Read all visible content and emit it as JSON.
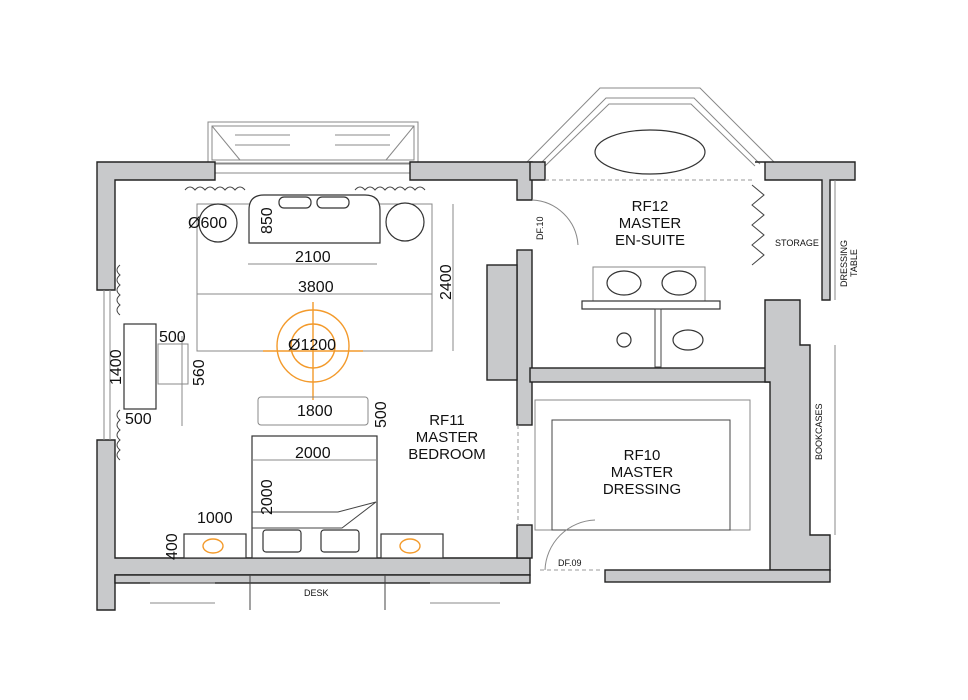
{
  "rooms": {
    "bedroom": {
      "code": "RF11",
      "line1": "MASTER",
      "line2": "BEDROOM"
    },
    "ensuite": {
      "code": "RF12",
      "line1": "MASTER",
      "line2": "EN-SUITE"
    },
    "dressing": {
      "code": "RF10",
      "line1": "MASTER",
      "line2": "DRESSING"
    }
  },
  "labels": {
    "storage": "STORAGE",
    "dressing_table_1": "DRESSING",
    "dressing_table_2": "TABLE",
    "bookcases": "BOOKCASES",
    "desk": "DESK",
    "door_df10": "DF.10",
    "door_df09": "DF.09"
  },
  "dimensions": {
    "side_table_dia": "Ø600",
    "sofa_depth": "850",
    "sofa_width": "2100",
    "rug_width": "3800",
    "rug_depth": "2400",
    "light_dia": "Ø1200",
    "window_seat_width": "500",
    "window_height": "1400",
    "seat_depth": "560",
    "seat_width_lower": "500",
    "bench_width": "1800",
    "bench_depth": "500",
    "bed_width": "2000",
    "bed_length": "2000",
    "nightstand_width": "1000",
    "nightstand_depth": "400"
  },
  "colors": {
    "wall": "#c8c9cb",
    "lighting": "#f39a2b"
  }
}
